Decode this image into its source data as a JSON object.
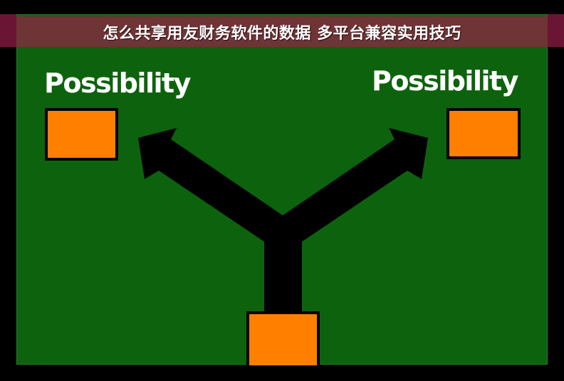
{
  "banner": {
    "title": "怎么共享用友财务软件的数据 多平台兼容实用技巧"
  },
  "diagram": {
    "type": "branching-arrows",
    "background_color": "#0d630d",
    "arrow_color": "#000000",
    "box_color": "#ff7f00",
    "labels": {
      "left": "Possibility",
      "right": "Possibility"
    },
    "nodes": [
      {
        "id": "source",
        "position": "bottom-center",
        "label": ""
      },
      {
        "id": "outcome-left",
        "position": "top-left",
        "label": "Possibility"
      },
      {
        "id": "outcome-right",
        "position": "top-right",
        "label": "Possibility"
      }
    ],
    "edges": [
      {
        "from": "source",
        "to": "outcome-left"
      },
      {
        "from": "source",
        "to": "outcome-right"
      }
    ]
  },
  "colors": {
    "band": "#6b1535",
    "banner": "#6e3436",
    "panel": "#0d630d",
    "box": "#ff7f00"
  }
}
